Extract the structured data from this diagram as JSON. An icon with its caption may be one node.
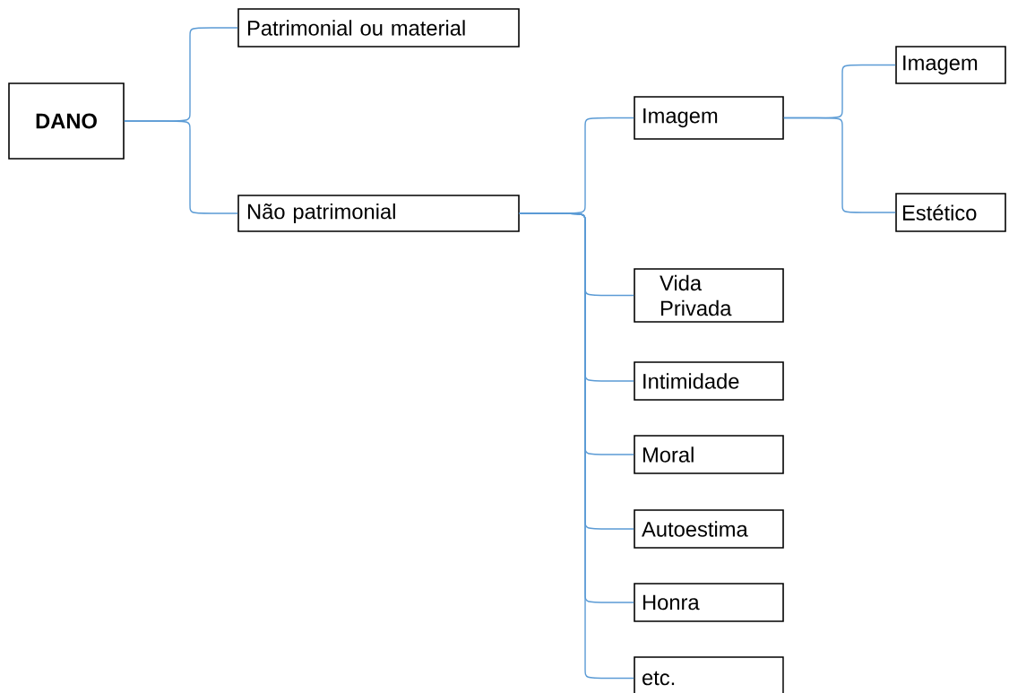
{
  "diagram": {
    "nodes": [
      {
        "text": [
          "DANO"
        ]
      },
      {
        "text": [
          "Patrimonial ou material"
        ]
      },
      {
        "text": [
          "Não patrimonial"
        ]
      },
      {
        "text": [
          "Imagem"
        ]
      },
      {
        "text": [
          "Vida Privada"
        ]
      },
      {
        "text": [
          "Intimidade"
        ]
      },
      {
        "text": [
          "Moral"
        ]
      },
      {
        "text": [
          "Autoestima"
        ]
      },
      {
        "text": [
          "Honra"
        ]
      },
      {
        "text": [
          "etc."
        ]
      },
      {
        "text": [
          "Imagem"
        ]
      },
      {
        "text": [
          "Estético"
        ]
      }
    ],
    "edges": [
      {
        "from": 0,
        "to": 1,
        "arrow": "none"
      },
      {
        "from": 0,
        "to": 2,
        "arrow": "none"
      },
      {
        "from": 2,
        "to": 3,
        "arrow": "none"
      },
      {
        "from": 2,
        "to": 4,
        "arrow": "none"
      },
      {
        "from": 2,
        "to": 5,
        "arrow": "none"
      },
      {
        "from": 2,
        "to": 6,
        "arrow": "none"
      },
      {
        "from": 2,
        "to": 7,
        "arrow": "none"
      },
      {
        "from": 2,
        "to": 8,
        "arrow": "none"
      },
      {
        "from": 2,
        "to": 9,
        "arrow": "none"
      },
      {
        "from": 3,
        "to": 10,
        "arrow": "none"
      },
      {
        "from": 3,
        "to": 11,
        "arrow": "none"
      }
    ]
  }
}
